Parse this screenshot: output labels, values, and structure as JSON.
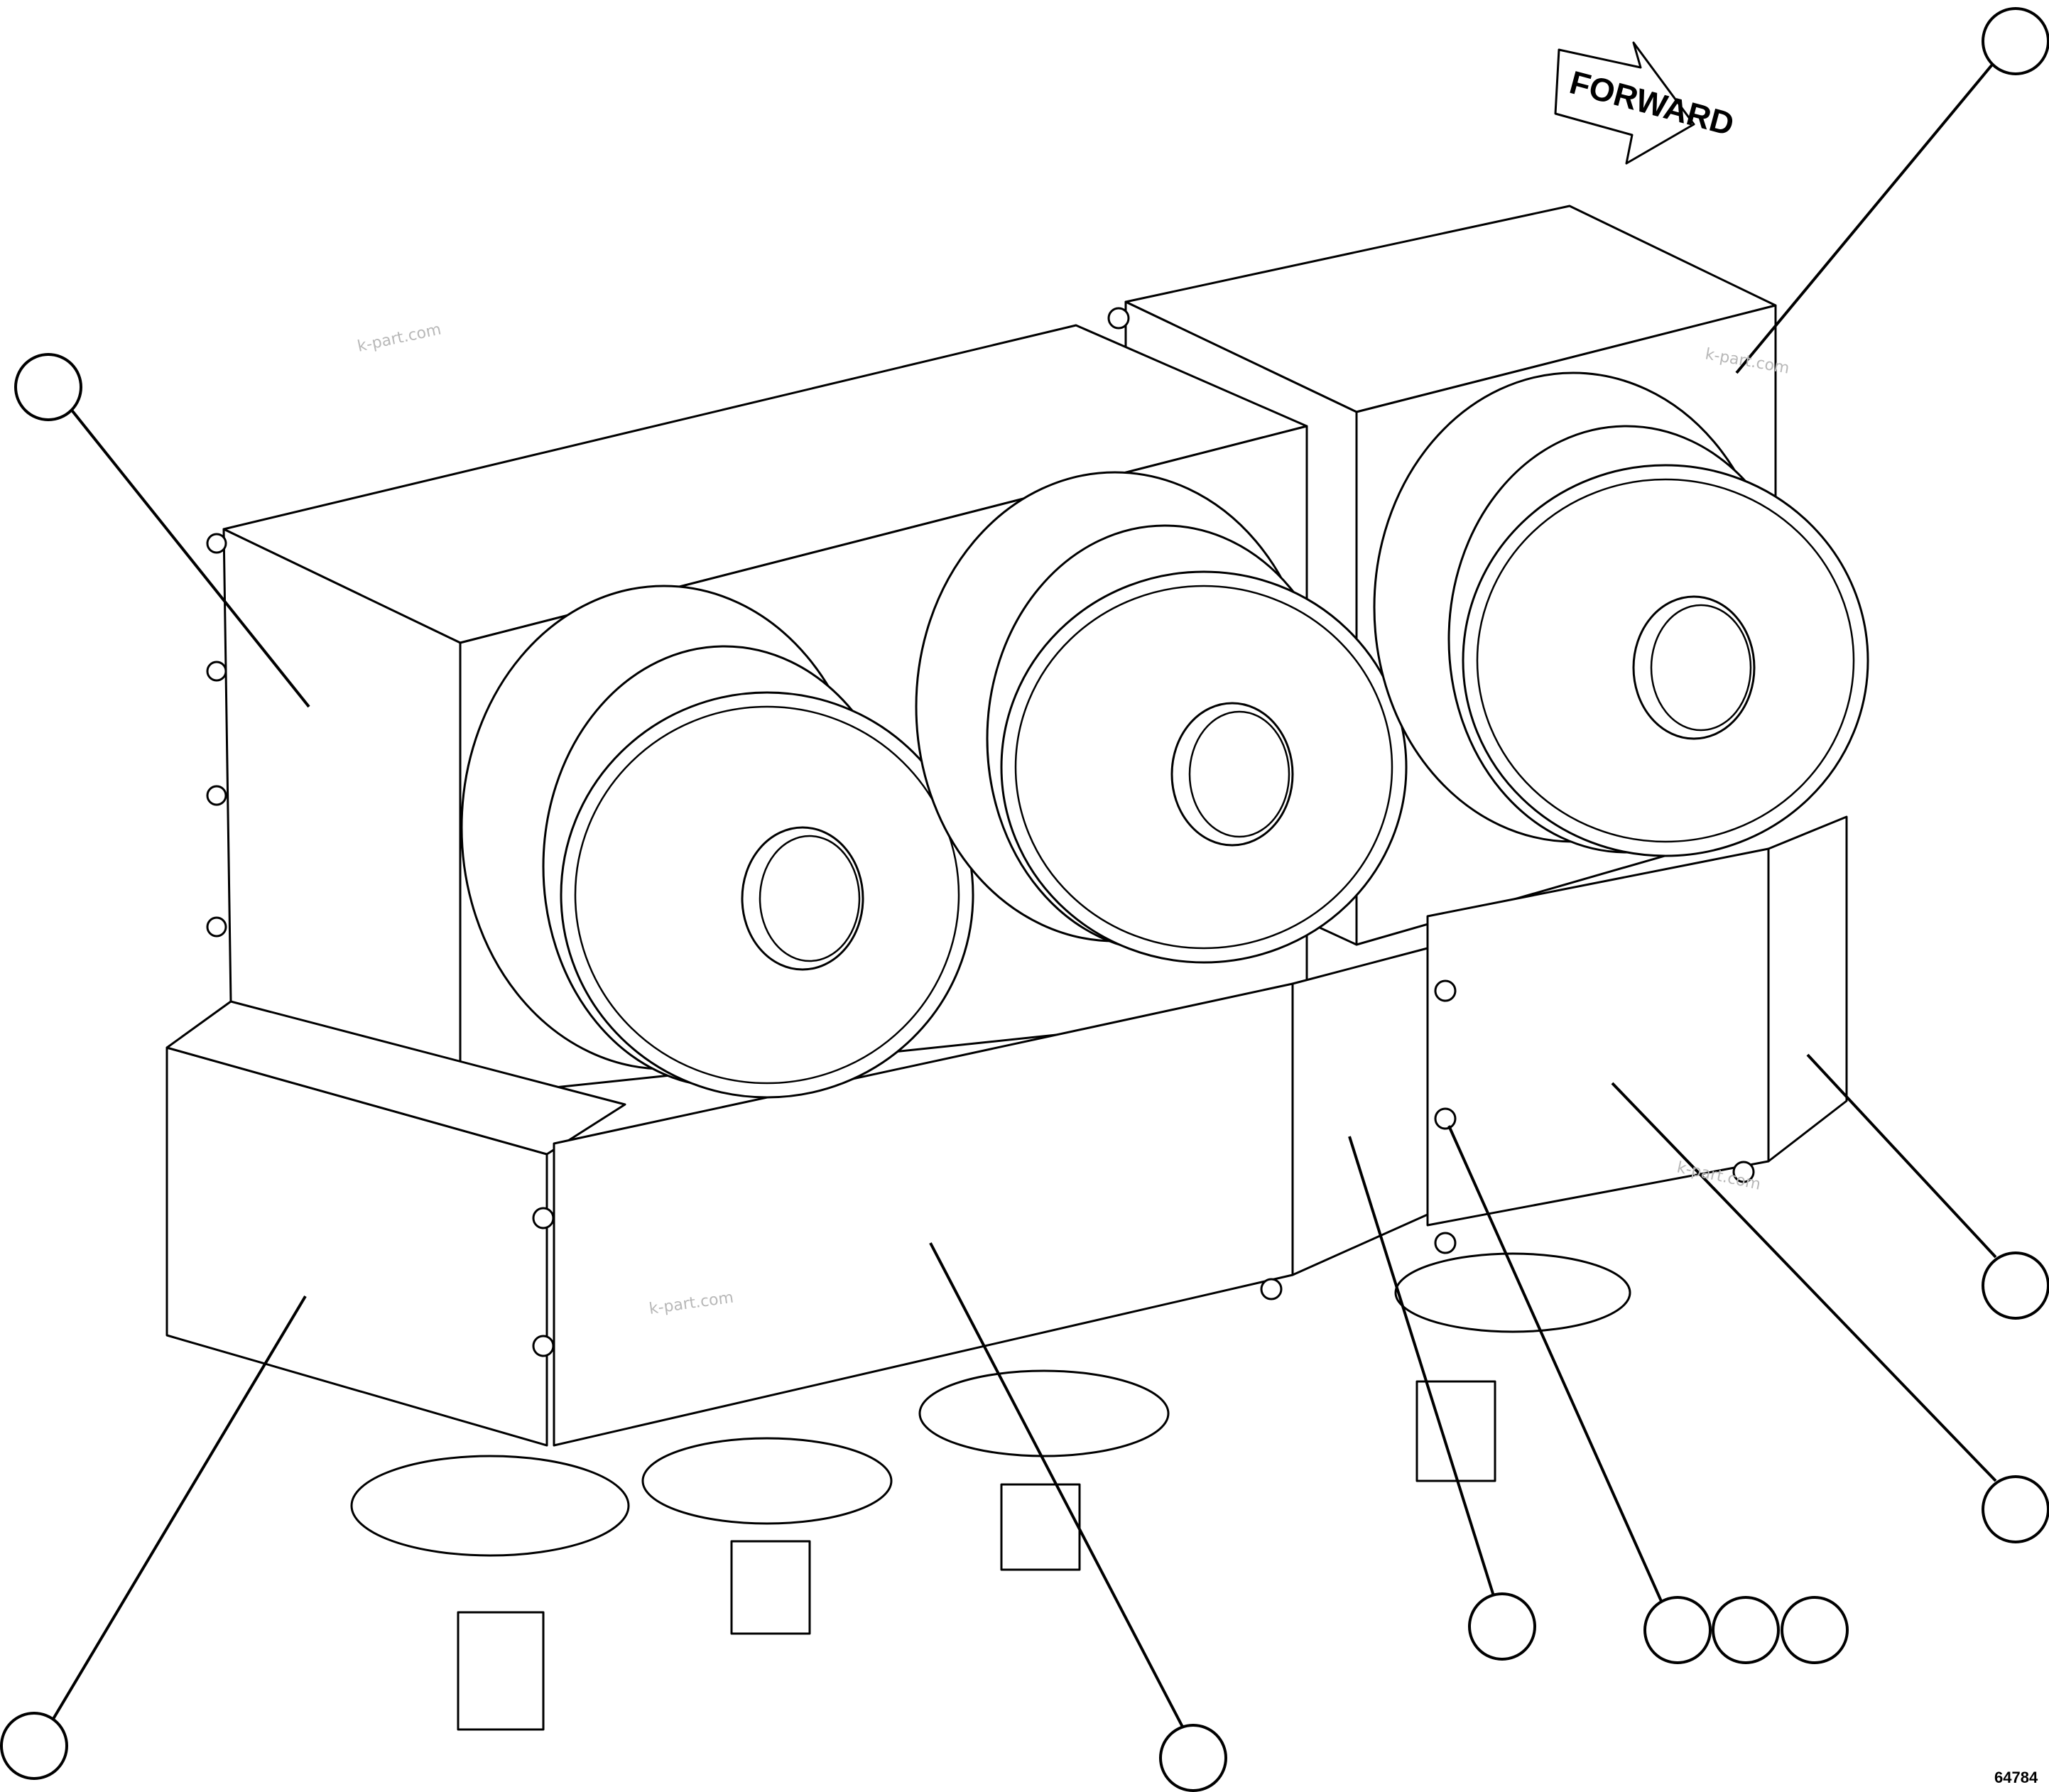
{
  "direction_arrow": {
    "label": "FORWARD"
  },
  "watermarks": [
    "k-part.com",
    "k-part.com",
    "k-part.com",
    "k-part.com"
  ],
  "figure_number": "64784",
  "callouts": [
    {
      "id": "callout-1",
      "label": ""
    },
    {
      "id": "callout-2",
      "label": ""
    },
    {
      "id": "callout-3",
      "label": ""
    },
    {
      "id": "callout-4",
      "label": ""
    },
    {
      "id": "callout-5",
      "label": ""
    },
    {
      "id": "callout-6",
      "label": ""
    },
    {
      "id": "callout-7",
      "label": ""
    },
    {
      "id": "callout-8",
      "label": ""
    },
    {
      "id": "callout-9",
      "label": ""
    },
    {
      "id": "callout-10",
      "label": ""
    },
    {
      "id": "callout-11",
      "label": ""
    }
  ]
}
